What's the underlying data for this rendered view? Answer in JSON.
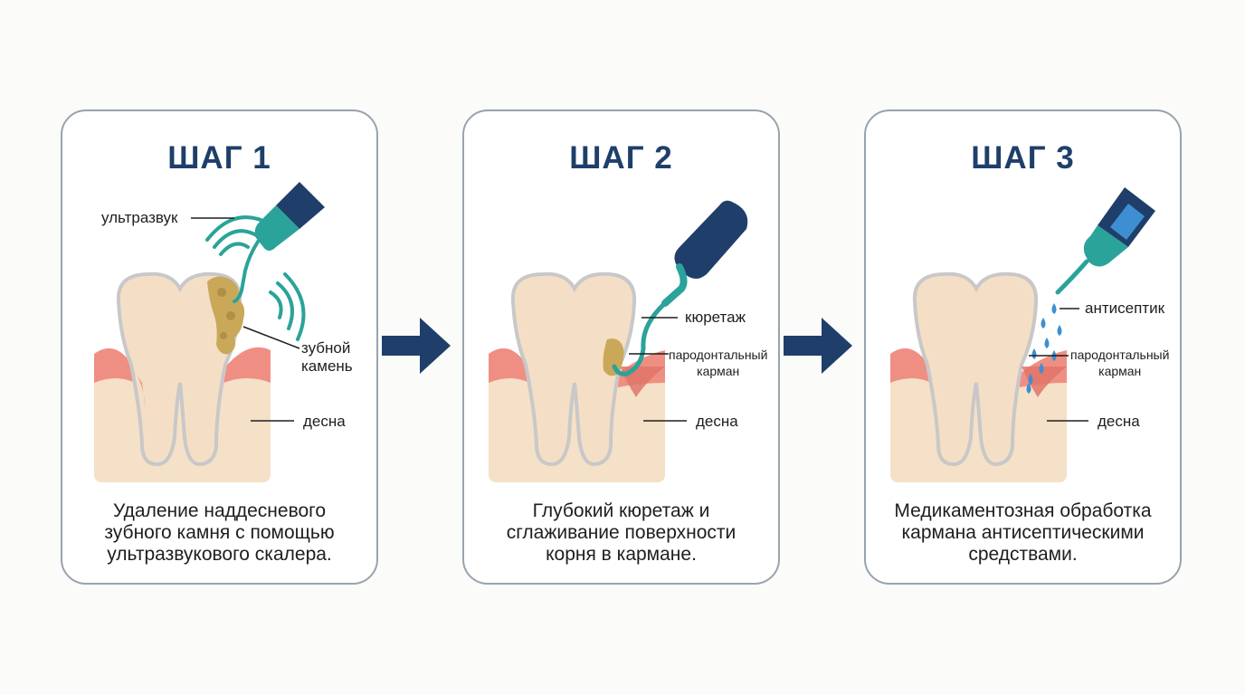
{
  "steps": [
    {
      "title": "ШАГ 1",
      "caption": "Удаление наддесневого\nзубного камня с помощью\nультразвукового скалера.",
      "labels": {
        "ultrasound": "ультразвук",
        "calculus": "зубной\nкамень",
        "gum": "десна"
      }
    },
    {
      "title": "ШАГ 2",
      "caption": "Глубокий кюретаж и\nсглаживание поверхности\nкорня в кармане.",
      "labels": {
        "curettage": "кюретаж",
        "pocket": "пародонтальный\nкарман",
        "gum": "десна"
      }
    },
    {
      "title": "ШАГ 3",
      "caption": "Медикаментозная обработка\nкармана антисептическими\nсредствами.",
      "labels": {
        "antiseptic": "антисептик",
        "pocket": "пародонтальный\nкарман",
        "gum": "десна"
      }
    }
  ],
  "colors": {
    "title": "#1f3f6a",
    "border": "#98a3ad",
    "tooth_fill": "#f4dfc6",
    "tooth_outline": "#c8c8c8",
    "gum": "#ef8f84",
    "gum_dark": "#e07468",
    "base": "#f5e0c8",
    "calculus": "#c9a85a",
    "instrument_teal": "#2aa39a",
    "instrument_navy": "#1f3f6a",
    "droplet": "#3d8fd1",
    "arrow": "#1f3f6a"
  }
}
